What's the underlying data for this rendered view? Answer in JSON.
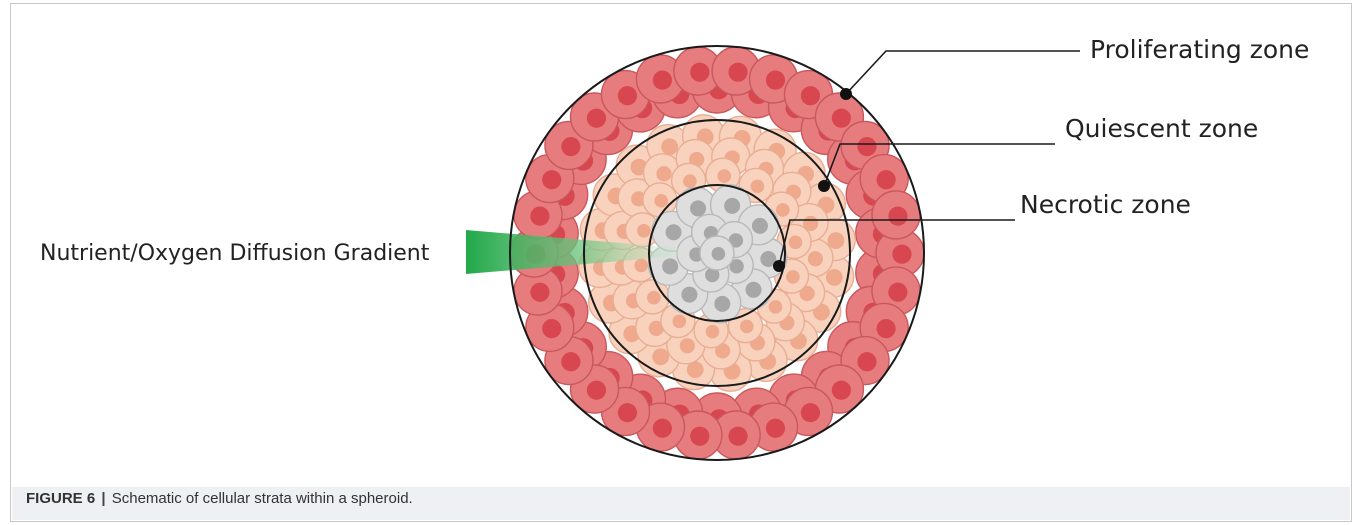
{
  "labels": {
    "proliferating": "Proliferating zone",
    "quiescent": "Quiescent zone",
    "necrotic": "Necrotic zone",
    "gradient": "Nutrient/Oxygen Diffusion Gradient"
  },
  "caption": {
    "figure": "FIGURE 6",
    "separator": "|",
    "text": "Schematic of cellular strata within a spheroid."
  },
  "colors": {
    "outer_cell": "#e77c7f",
    "outer_cell_edge": "#c9575c",
    "outer_nucleus": "#d8474f",
    "mid_cell": "#f9d2bd",
    "mid_cell_edge": "#e8ad93",
    "mid_nucleus": "#efa98c",
    "core_cell": "#dedede",
    "core_cell_edge": "#b9b9b9",
    "core_nucleus": "#a7a7a7",
    "gradient": "#22a84a"
  }
}
